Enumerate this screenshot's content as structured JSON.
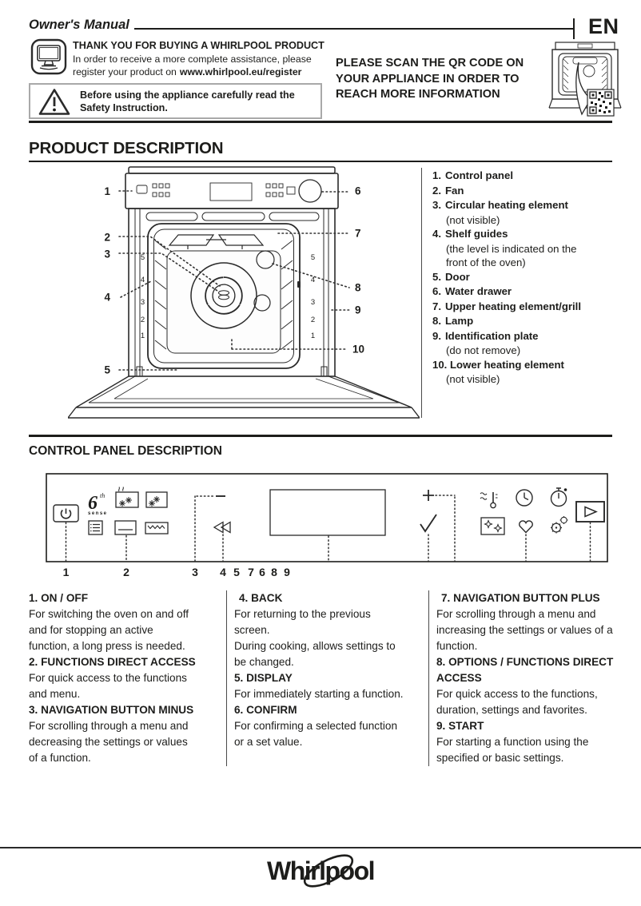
{
  "header": {
    "doc_type": "Owner's Manual",
    "language": "EN",
    "thank_you_title": "THANK YOU FOR BUYING A WHIRLPOOL PRODUCT",
    "register_text_1": "In order to receive a more complete assistance, please",
    "register_text_2": "register your product on",
    "register_url": "www.whirlpool.eu/register",
    "safety_warning": "Before using the appliance carefully read the Safety Instruction.",
    "qr_lines": [
      "PLEASE SCAN THE QR CODE ON",
      "YOUR APPLIANCE IN ORDER TO",
      "REACH MORE INFORMATION"
    ]
  },
  "product_description": {
    "title": "PRODUCT DESCRIPTION",
    "parts": [
      {
        "num": "1.",
        "name": "Control panel"
      },
      {
        "num": "2.",
        "name": "Fan"
      },
      {
        "num": "3.",
        "name": "Circular heating element",
        "note": "(not visible)"
      },
      {
        "num": "4.",
        "name": "Shelf guides",
        "note": "(the level is indicated on the front of the oven)"
      },
      {
        "num": "5.",
        "name": "Door"
      },
      {
        "num": "6.",
        "name": "Water drawer"
      },
      {
        "num": "7.",
        "name": "Upper heating element/grill"
      },
      {
        "num": "8.",
        "name": "Lamp"
      },
      {
        "num": "9.",
        "name": "Identification plate",
        "note": "(do not remove)"
      },
      {
        "num": "10.",
        "name": "Lower heating element",
        "note": "(not visible)"
      }
    ],
    "diagram_labels": [
      "1",
      "2",
      "3",
      "4",
      "5",
      "6",
      "7",
      "8",
      "9",
      "10"
    ],
    "shelf_levels": [
      "5",
      "4",
      "3",
      "2",
      "1"
    ]
  },
  "control_panel": {
    "title": "CONTROL PANEL DESCRIPTION",
    "sense_logo": {
      "six": "6",
      "th": "th",
      "sense": "sense"
    },
    "callouts": [
      "1",
      "2",
      "3",
      "4",
      "5",
      "7",
      "6",
      "8",
      "9"
    ],
    "icons": [
      "power-icon",
      "sixth-sense-logo",
      "defrost-icon",
      "steam-icon",
      "menu-icon",
      "oven-icon",
      "grill-icon",
      "minus-icon",
      "back-icon",
      "display-panel",
      "plus-icon",
      "confirm-check-icon",
      "probe-thermometer-icon",
      "clock-icon",
      "timer-icon",
      "clean-icon",
      "favorites-heart-icon",
      "settings-gears-icon",
      "start-icon"
    ]
  },
  "buttons": {
    "col1": [
      {
        "title": "1. ON / OFF",
        "paragraphs": [
          "For switching the oven on and off and for stopping an active function, a long press is needed."
        ]
      },
      {
        "title": "2. FUNCTIONS DIRECT ACCESS",
        "paragraphs": [
          "For quick access to the functions and menu."
        ]
      },
      {
        "title": "3. NAVIGATION BUTTON MINUS",
        "paragraphs": [
          "For scrolling through a menu and decreasing the settings or values of a function."
        ]
      }
    ],
    "col2": [
      {
        "title": "4. BACK",
        "paragraphs": [
          "For returning to the previous screen.",
          "During cooking, allows settings to be changed."
        ]
      },
      {
        "title": "5. DISPLAY",
        "paragraphs": [
          "For immediately starting a function."
        ]
      },
      {
        "title": "6. CONFIRM",
        "paragraphs": [
          "For confirming a selected function or a set value."
        ]
      }
    ],
    "col3": [
      {
        "title": "7. NAVIGATION BUTTON PLUS",
        "paragraphs": [
          "For scrolling through a menu and increasing the settings or values of a function."
        ]
      },
      {
        "title": "8. OPTIONS / FUNCTIONS DIRECT ACCESS",
        "paragraphs": [
          "For quick access to the functions, duration, settings and favorites."
        ]
      },
      {
        "title": "9. START",
        "paragraphs": [
          "For starting a function using the specified or basic settings."
        ]
      }
    ]
  },
  "footer": {
    "brand": "Whirlpool"
  }
}
